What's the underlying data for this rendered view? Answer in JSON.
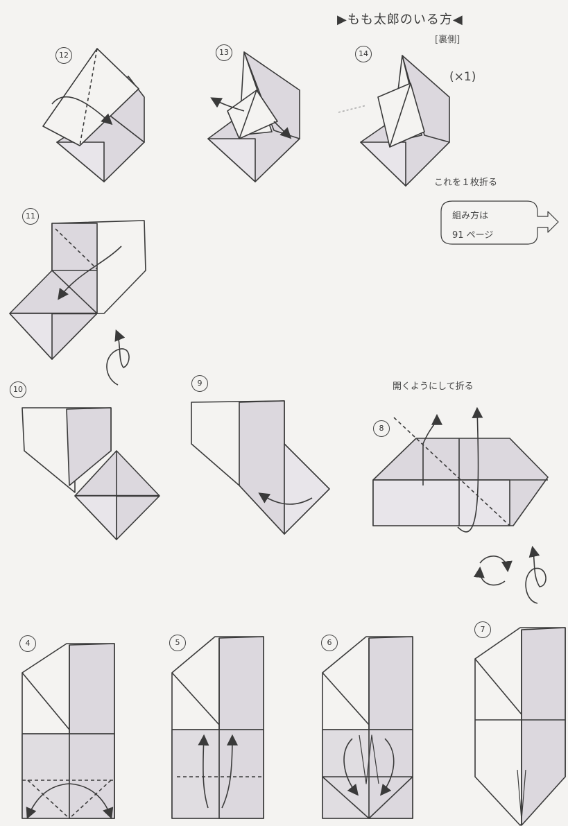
{
  "header": {
    "title": "▶もも太郎のいる方◀",
    "subtitle": "[裏側]"
  },
  "annotations": {
    "count": "(×1)",
    "fold_one": "これを１枚折る",
    "open_fold": "開くようにして折る",
    "reference_line1": "組み方は",
    "reference_line2": "91 ページ"
  },
  "steps": {
    "s12": "12",
    "s13": "13",
    "s14": "14",
    "s11": "11",
    "s10": "10",
    "s9": "9",
    "s8": "8",
    "s4": "4",
    "s5": "5",
    "s6": "6",
    "s7": "7"
  },
  "colors": {
    "paper_white": "#f4f3f1",
    "paper_shade": "#dcd8de",
    "line": "#3a3a3a"
  }
}
